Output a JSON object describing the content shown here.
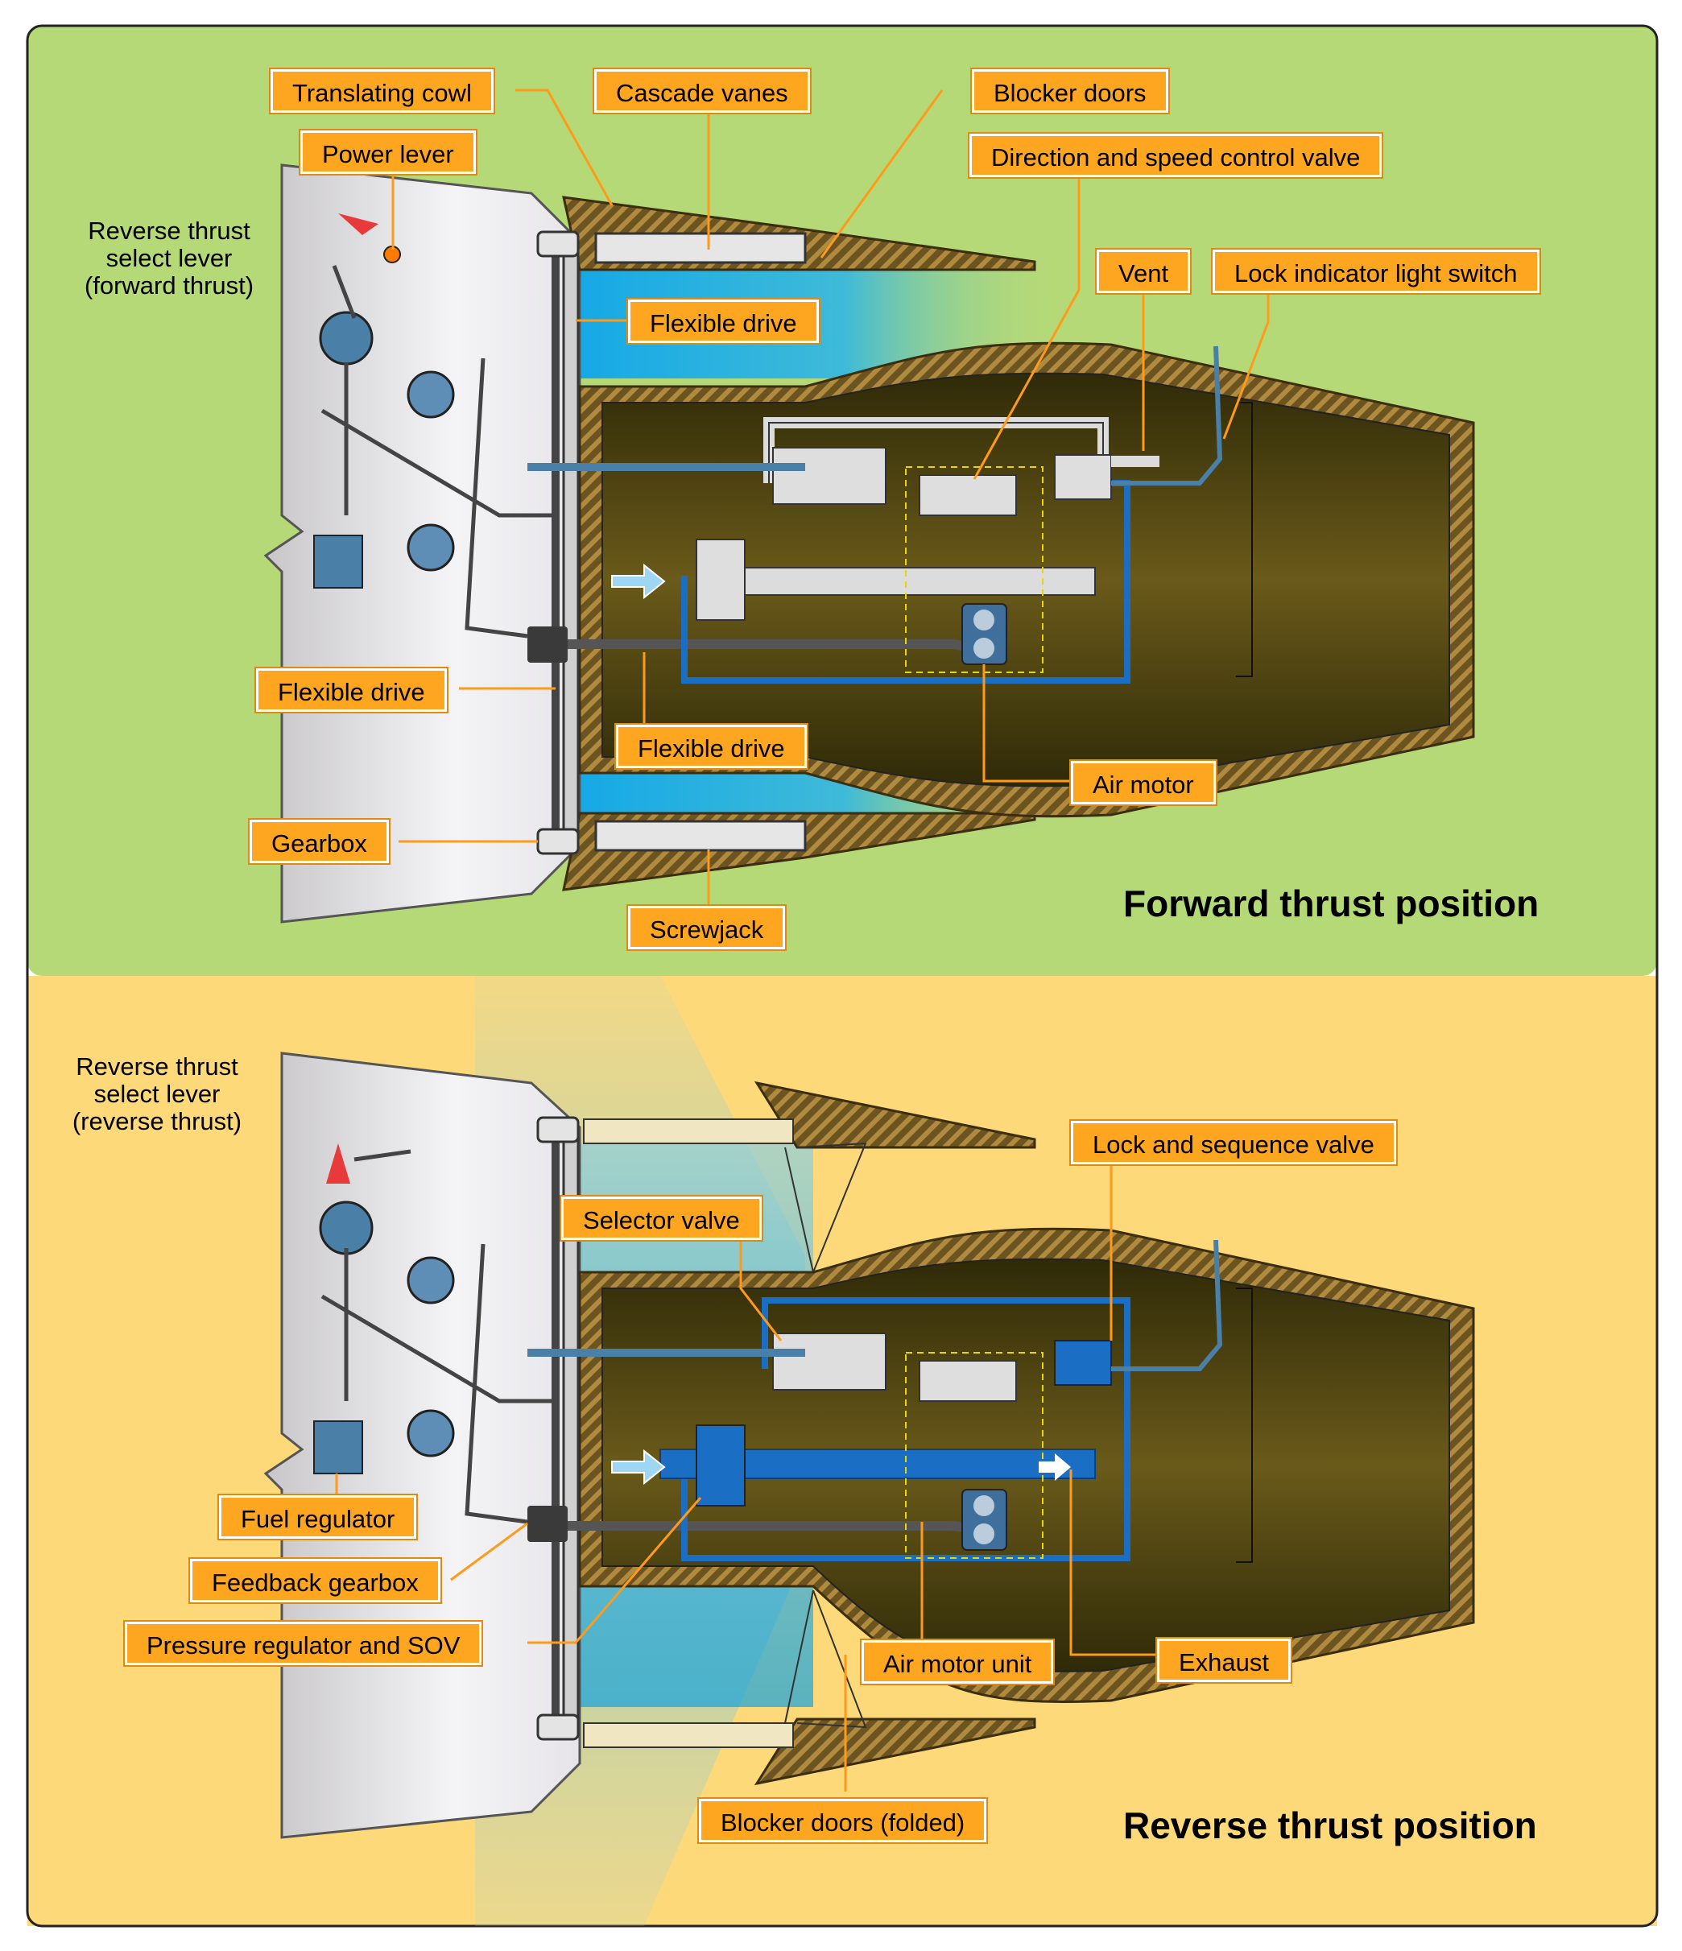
{
  "colors": {
    "forward_panel": "#b5d977",
    "reverse_panel": "#fdd97a",
    "label_fill": "#ffa621",
    "duct_blue": "#1db3e6",
    "fluid_blue": "#1a6fc4",
    "cowl_hatch": "#8a6b2e",
    "engine_core": "#4a3f0c"
  },
  "forward": {
    "title": "Forward thrust position",
    "labels": {
      "translating_cowl": "Translating cowl",
      "cascade_vanes": "Cascade vanes",
      "blocker_doors": "Blocker doors",
      "power_lever": "Power lever",
      "direction_speed_valve": "Direction and speed control valve",
      "vent": "Vent",
      "lock_indicator": "Lock indicator light switch",
      "flexible_drive_1": "Flexible drive",
      "flexible_drive_2": "Flexible drive",
      "flexible_drive_3": "Flexible drive",
      "air_motor": "Air motor",
      "gearbox": "Gearbox",
      "screwjack": "Screwjack"
    },
    "lever_text": "Reverse thrust\nselect lever\n(forward thrust)"
  },
  "reverse": {
    "title": "Reverse thrust position",
    "labels": {
      "lock_sequence_valve": "Lock and sequence valve",
      "selector_valve": "Selector valve",
      "fuel_regulator": "Fuel regulator",
      "feedback_gearbox": "Feedback gearbox",
      "pressure_regulator": "Pressure regulator and SOV",
      "air_motor_unit": "Air motor unit",
      "exhaust": "Exhaust",
      "blocker_doors_folded": "Blocker doors (folded)"
    },
    "lever_text": "Reverse thrust\nselect lever\n(reverse thrust)"
  }
}
